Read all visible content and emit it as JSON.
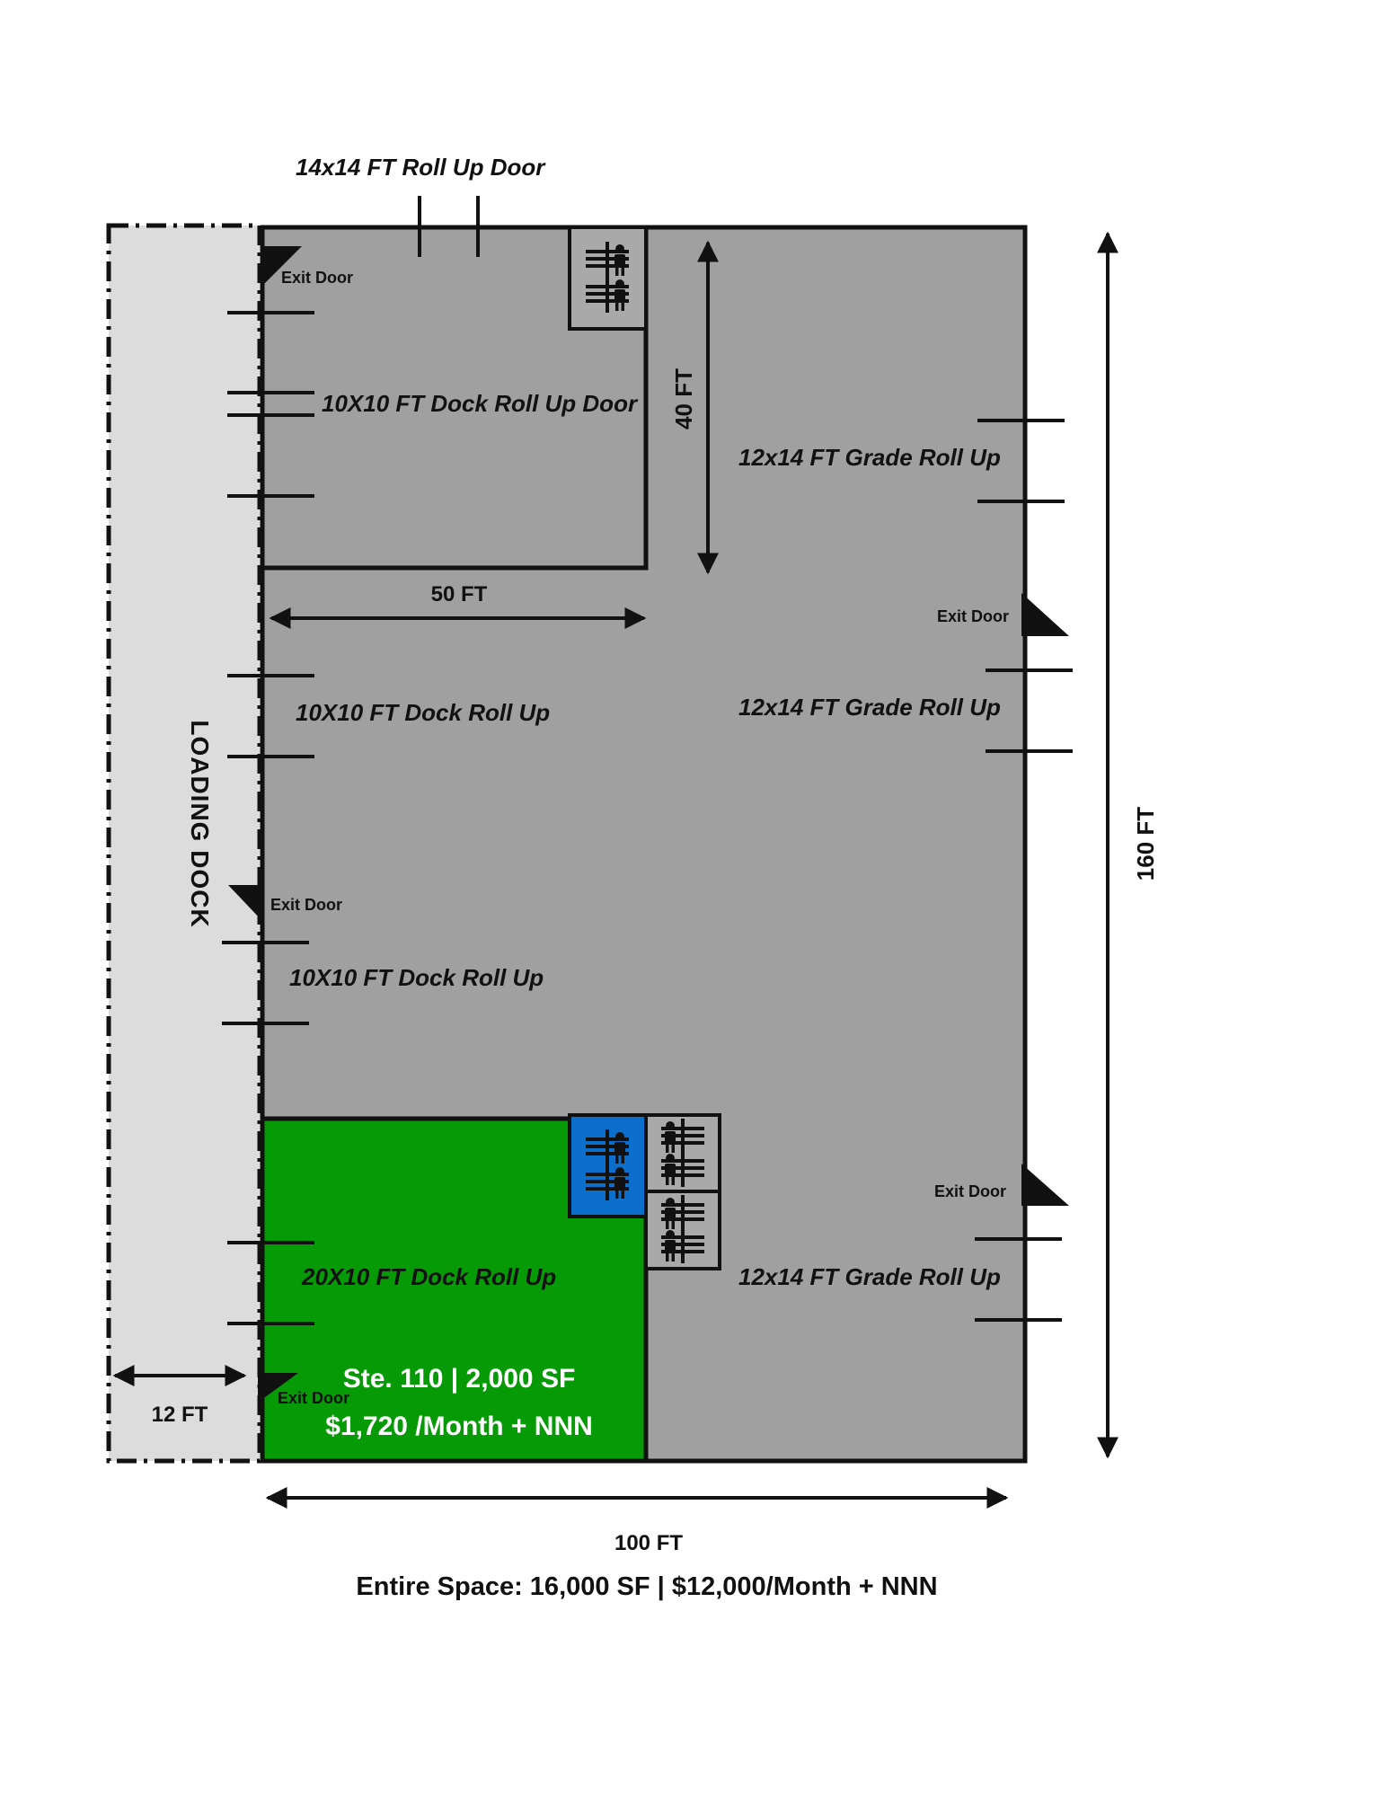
{
  "colors": {
    "warehouse": "#a0a0a0",
    "loading_dock": "#dcdcdc",
    "suite_110": "#069a06",
    "restroom_blue": "#0d6fcc",
    "restroom_gray": "#a9a9a9"
  },
  "labels": {
    "top_door": "14x14 FT Roll Up Door",
    "dock_door_1": "10X10 FT Dock Roll Up Door",
    "dock_door_2": "10X10 FT Dock Roll Up",
    "dock_door_3": "10X10 FT Dock Roll Up",
    "dock_door_4": "20X10 FT Dock Roll Up",
    "grade_door_1": "12x14 FT Grade Roll Up",
    "grade_door_2": "12x14 FT Grade Roll Up",
    "grade_door_3": "12x14 FT Grade Roll Up",
    "exit_door": "Exit Door",
    "loading_dock": "LOADING DOCK"
  },
  "dimensions": {
    "office_width": "50 FT",
    "office_depth": "40 FT",
    "building_length": "160 FT",
    "building_width": "100 FT",
    "dock_width": "12 FT"
  },
  "suite": {
    "line1": "Ste. 110 | 2,000 SF",
    "line2": "$1,720 /Month + NNN"
  },
  "summary": "Entire Space: 16,000 SF | $12,000/Month + NNN",
  "icons": [
    "restroom-icon",
    "exit-door-icon",
    "dimension-arrow-icon"
  ]
}
